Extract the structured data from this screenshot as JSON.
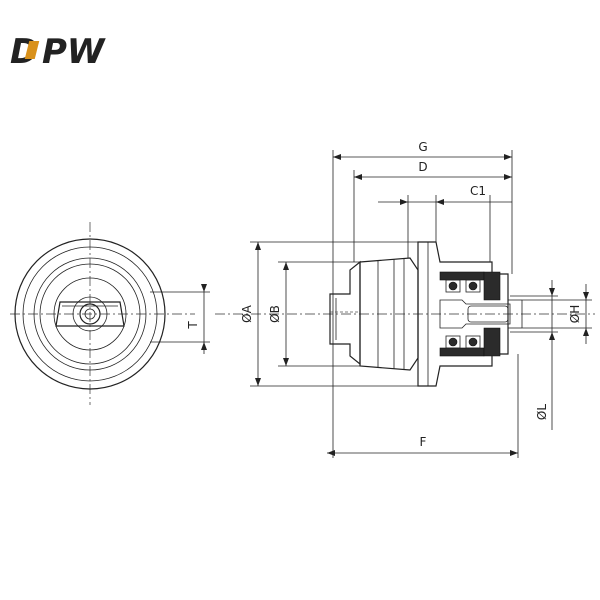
{
  "brand": {
    "logo_text": "DPW",
    "accent_color": "#d9911b"
  },
  "dimensions": {
    "G": "G",
    "D": "D",
    "C1": "C1",
    "A": "ØA",
    "B": "ØB",
    "H": "ØH",
    "L": "ØL",
    "F": "F",
    "T": "T"
  }
}
